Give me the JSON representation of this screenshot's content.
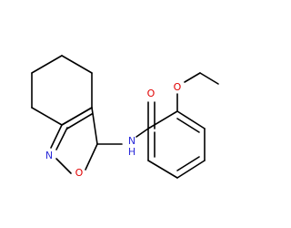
{
  "molecule": {
    "atom_labels": {
      "n_amide": "N",
      "h_amide": "H",
      "o_carbonyl": "O",
      "n_ring": "N",
      "o_ring": "O",
      "o_ether": "O"
    },
    "colors": {
      "nitrogen": "#2b2bd9",
      "oxygen": "#e00000",
      "bond": "#000000"
    }
  }
}
